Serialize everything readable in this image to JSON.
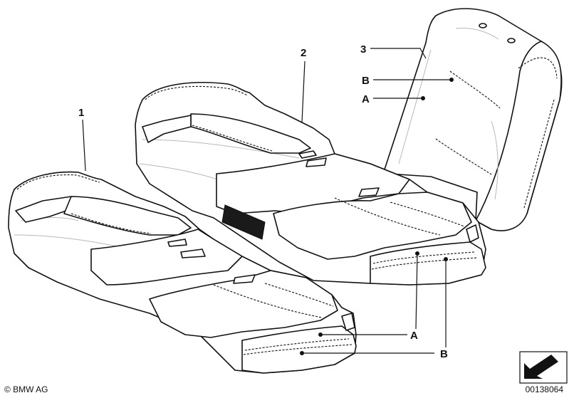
{
  "callouts": {
    "part_1": "1",
    "part_2": "2",
    "part_3": "3",
    "a_top": "A",
    "b_top": "B",
    "a_bottom": "A",
    "b_bottom": "B"
  },
  "footer": {
    "copyright": "© BMW AG",
    "catalog_number": "00138064"
  },
  "icons": {
    "corner_arrow": "direction-arrow-icon"
  }
}
